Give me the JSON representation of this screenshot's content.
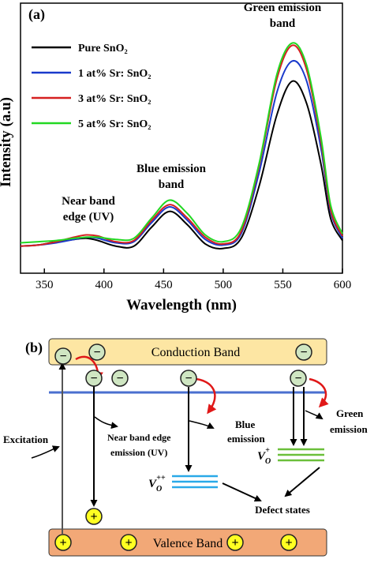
{
  "chart_data": {
    "type": "line",
    "panel_label": "(a)",
    "title": "",
    "xlabel": "Wavelength (nm)",
    "ylabel": "Intensity (a.u)",
    "xlim": [
      330,
      600
    ],
    "x_ticks": [
      "350",
      "400",
      "450",
      "500",
      "550",
      "600"
    ],
    "grid": false,
    "legend_position": "top-left",
    "annotations": [
      {
        "lines": [
          "Green emission",
          "band"
        ]
      },
      {
        "lines": [
          "Blue emission",
          "band"
        ]
      },
      {
        "lines": [
          "Near band",
          "edge (UV)"
        ]
      }
    ],
    "series": [
      {
        "name": "Pure SnO₂",
        "color": "#000000",
        "x": [
          330,
          345,
          360,
          375,
          385,
          395,
          410,
          425,
          440,
          455,
          470,
          485,
          500,
          515,
          530,
          545,
          558,
          570,
          582,
          590,
          600
        ],
        "y": [
          1.5,
          2.0,
          3.5,
          4.5,
          5.0,
          4.0,
          1.5,
          1.5,
          10.0,
          17.0,
          11.0,
          2.5,
          0.5,
          5.0,
          28.0,
          60.0,
          75.0,
          65.0,
          38.0,
          14.0,
          4.0
        ]
      },
      {
        "name": "1 at% Sr: SnO₂",
        "color": "#1a3acb",
        "x": [
          330,
          345,
          360,
          375,
          385,
          395,
          410,
          425,
          440,
          455,
          470,
          485,
          500,
          515,
          530,
          545,
          558,
          570,
          582,
          590,
          600
        ],
        "y": [
          1.5,
          2.0,
          3.0,
          4.5,
          5.5,
          5.0,
          3.0,
          3.5,
          12.0,
          19.0,
          13.0,
          4.5,
          2.0,
          7.0,
          34.0,
          70.0,
          84.0,
          75.0,
          45.0,
          17.0,
          5.0
        ]
      },
      {
        "name": "3 at% Sr: SnO₂",
        "color": "#d62020",
        "x": [
          330,
          345,
          360,
          375,
          385,
          395,
          410,
          425,
          440,
          455,
          470,
          485,
          500,
          515,
          530,
          545,
          558,
          570,
          582,
          590,
          600
        ],
        "y": [
          1.5,
          2.0,
          3.5,
          5.5,
          6.5,
          6.0,
          3.5,
          4.0,
          13.0,
          20.0,
          14.0,
          5.5,
          2.5,
          8.0,
          37.0,
          76.0,
          91.0,
          80.0,
          48.0,
          18.0,
          6.0
        ]
      },
      {
        "name": "5 at% Sr: SnO₂",
        "color": "#22d822",
        "x": [
          330,
          345,
          360,
          375,
          385,
          395,
          410,
          425,
          440,
          455,
          470,
          485,
          500,
          515,
          530,
          545,
          558,
          570,
          582,
          590,
          600
        ],
        "y": [
          3.0,
          3.5,
          4.0,
          5.0,
          5.5,
          5.5,
          4.5,
          5.0,
          14.0,
          22.0,
          16.0,
          6.5,
          3.5,
          9.5,
          38.0,
          78.0,
          92.0,
          82.0,
          50.0,
          20.0,
          7.0
        ]
      }
    ]
  },
  "diagram": {
    "panel_label": "(b)",
    "conduction_band": "Conduction Band",
    "valence_band": "Valence Band",
    "excitation": "Excitation",
    "nbe_lines": [
      "Near band edge",
      "emission (UV)"
    ],
    "blue_lines": [
      "Blue",
      "emission"
    ],
    "green_lines": [
      "Green",
      "emission"
    ],
    "vo_symbol": "V",
    "vo_sub": "O",
    "vo2_charge": "++",
    "vo1_charge": "+",
    "defect_states": "Defect states",
    "minus_sign": "−",
    "plus_sign": "+",
    "colors": {
      "conduction_fill": "#fde6a3",
      "valence_fill": "#f2a877",
      "electron_fill": "#cfe6c2",
      "hole_fill": "#ffff22",
      "fermi_line": "#4a6fcf",
      "vo2_lines": "#2aa9e8",
      "vo1_lines": "#6bbf3a",
      "red_arrow": "#e01818"
    }
  }
}
